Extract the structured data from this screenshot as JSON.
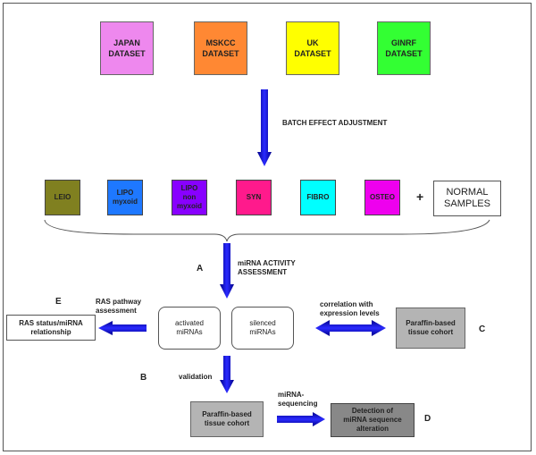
{
  "datasets": [
    {
      "label": "JAPAN\nDATASET",
      "color": "#ee88ee"
    },
    {
      "label": "MSKCC\nDATASET",
      "color": "#ff8833"
    },
    {
      "label": "UK\nDATASET",
      "color": "#ffff00"
    },
    {
      "label": "GINRF\nDATASET",
      "color": "#33ff33"
    }
  ],
  "batch_label": "BATCH EFFECT ADJUSTMENT",
  "classes": [
    {
      "label": "LEIO",
      "color": "#808020"
    },
    {
      "label": "LIPO\nmyxoid",
      "color": "#1e78ff"
    },
    {
      "label": "LIPO\nnon\nmyxoid",
      "color": "#8800ff"
    },
    {
      "label": "SYN",
      "color": "#ff1a8c"
    },
    {
      "label": "FIBRO",
      "color": "#00ffff"
    },
    {
      "label": "OSTEO",
      "color": "#ee00ee"
    }
  ],
  "plus": "+",
  "normal_samples": "NORMAL\nSAMPLES",
  "letter_a": "A",
  "mirna_activity": "miRNA ACTIVITY\nASSESSMENT",
  "activated": "activated\nmiRNAs",
  "silenced": "silenced\nmiRNAs",
  "letter_e": "E",
  "ras_pathway": "RAS pathway\nassessment",
  "ras_status": "RAS status/miRNA\nrelationship",
  "correlation": "correlation with\nexpression levels",
  "paraffin_c": "Paraffin-based\ntissue cohort",
  "letter_c": "C",
  "letter_b": "B",
  "validation": "validation",
  "paraffin_b": "Paraffin-based\ntissue cohort",
  "mirna_seq": "miRNA-\nsequencing",
  "detection": "Detection of\nmiRNA sequence\nalteration",
  "letter_d": "D",
  "colors": {
    "arrow": "#1010ee",
    "arrow_dark": "#000088",
    "grey_box": "#b4b4b4",
    "dark_grey_box": "#888888"
  }
}
